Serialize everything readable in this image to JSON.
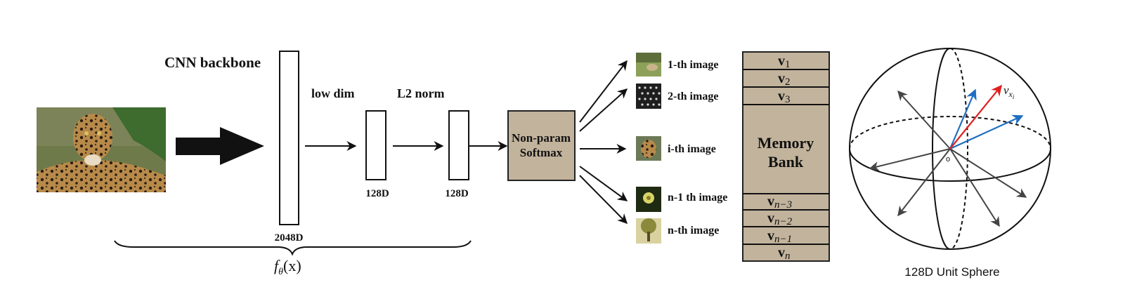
{
  "labels": {
    "cnn_backbone": "CNN backbone",
    "low_dim": "low dim",
    "l2_norm": "L2 norm",
    "dim_2048": "2048D",
    "dim_128_a": "128D",
    "dim_128_b": "128D",
    "f_theta_base": "f",
    "f_theta_sub": "θ",
    "f_theta_arg": "(x)",
    "softmax_line1": "Non-param",
    "softmax_line2": "Softmax",
    "memory_line1": "Memory",
    "memory_line2": "Bank",
    "sphere_caption": "128D Unit Sphere",
    "sphere_origin": "o",
    "vx_base": "v",
    "vx_sub": "x",
    "vx_subsub": "i"
  },
  "images": [
    {
      "label": "1-th image",
      "icon": "grass-field-image"
    },
    {
      "label": "2-th image",
      "icon": "dark-pattern-image"
    },
    {
      "label": "i-th image",
      "icon": "leopard-thumbnail-image"
    },
    {
      "label": "n-1 th image",
      "icon": "flower-image"
    },
    {
      "label": "n-th image",
      "icon": "tree-image"
    }
  ],
  "memory_top": [
    {
      "base": "v",
      "sub": "1"
    },
    {
      "base": "v",
      "sub": "2"
    },
    {
      "base": "v",
      "sub": "3"
    }
  ],
  "memory_bottom": [
    {
      "base": "v",
      "sub": "n−3"
    },
    {
      "base": "v",
      "sub": "n−2"
    },
    {
      "base": "v",
      "sub": "n−1"
    },
    {
      "base": "v",
      "sub": "n"
    }
  ],
  "colors": {
    "tan": "#c2b39c",
    "arrow_blue": "#1f6fc0",
    "arrow_red": "#e02020"
  }
}
